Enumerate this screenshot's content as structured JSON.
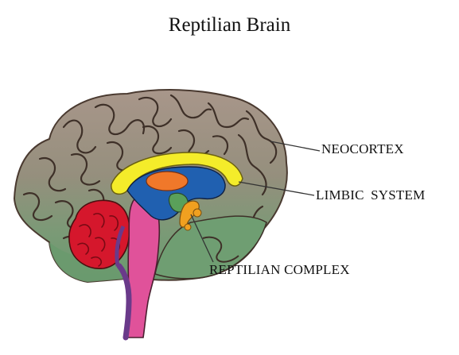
{
  "title": "Reptilian Brain",
  "labels": {
    "neocortex": "NEOCORTEX",
    "limbic": "LIMBIC  SYSTEM",
    "reptilian": "REPTILIAN COMPLEX"
  },
  "colors": {
    "cortex_top": "#a8968a",
    "cortex_bottom": "#6f9e72",
    "cerebellum": "#d5172c",
    "brainstem": "#e0529a",
    "corpus_callosum": "#f4ec2a",
    "ventricle": "#2060b0",
    "thalamus": "#f0782a",
    "limbic_structures": "#f0a020",
    "outline": "#4a3a30"
  }
}
